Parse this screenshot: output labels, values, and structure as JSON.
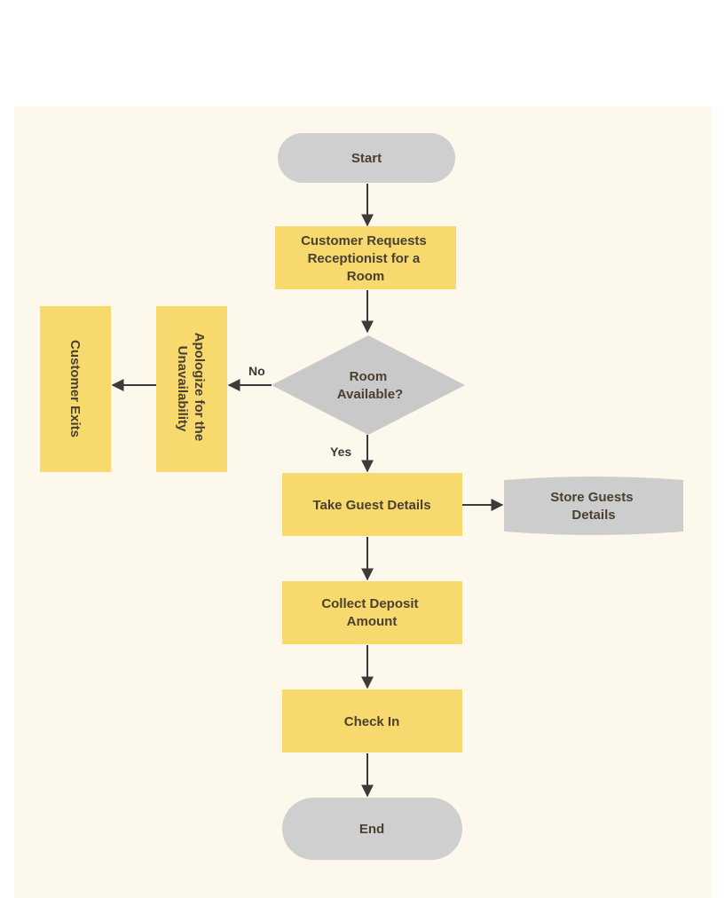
{
  "colors": {
    "page_background": "#ffffff",
    "panel_background": "#fcf8ec",
    "process_fill": "#f7d96e",
    "terminal_fill": "#cfcfcf",
    "decision_fill": "#c9c9c9",
    "storage_fill": "#cdcdcd",
    "text": "#4a4030",
    "arrow": "#3b3b3b"
  },
  "nodes": {
    "start": {
      "text": "Start",
      "shape": "terminal"
    },
    "request": {
      "lines": [
        "Customer Requests",
        "Receptionist for a",
        "Room"
      ],
      "shape": "process"
    },
    "decision": {
      "lines": [
        "Room",
        "Available?"
      ],
      "shape": "decision"
    },
    "apologize": {
      "lines": [
        "Apologize for the",
        "Unavailability"
      ],
      "shape": "process",
      "orientation": "rotated-90"
    },
    "exits": {
      "text": "Customer Exits",
      "shape": "process",
      "orientation": "rotated-90"
    },
    "take_details": {
      "text": "Take Guest Details",
      "shape": "process"
    },
    "store": {
      "lines": [
        "Store Guests",
        "Details"
      ],
      "shape": "storage"
    },
    "deposit": {
      "lines": [
        "Collect Deposit",
        "Amount"
      ],
      "shape": "process"
    },
    "checkin": {
      "text": "Check In",
      "shape": "process"
    },
    "end": {
      "text": "End",
      "shape": "terminal"
    }
  },
  "edges": {
    "no_label": "No",
    "yes_label": "Yes"
  }
}
